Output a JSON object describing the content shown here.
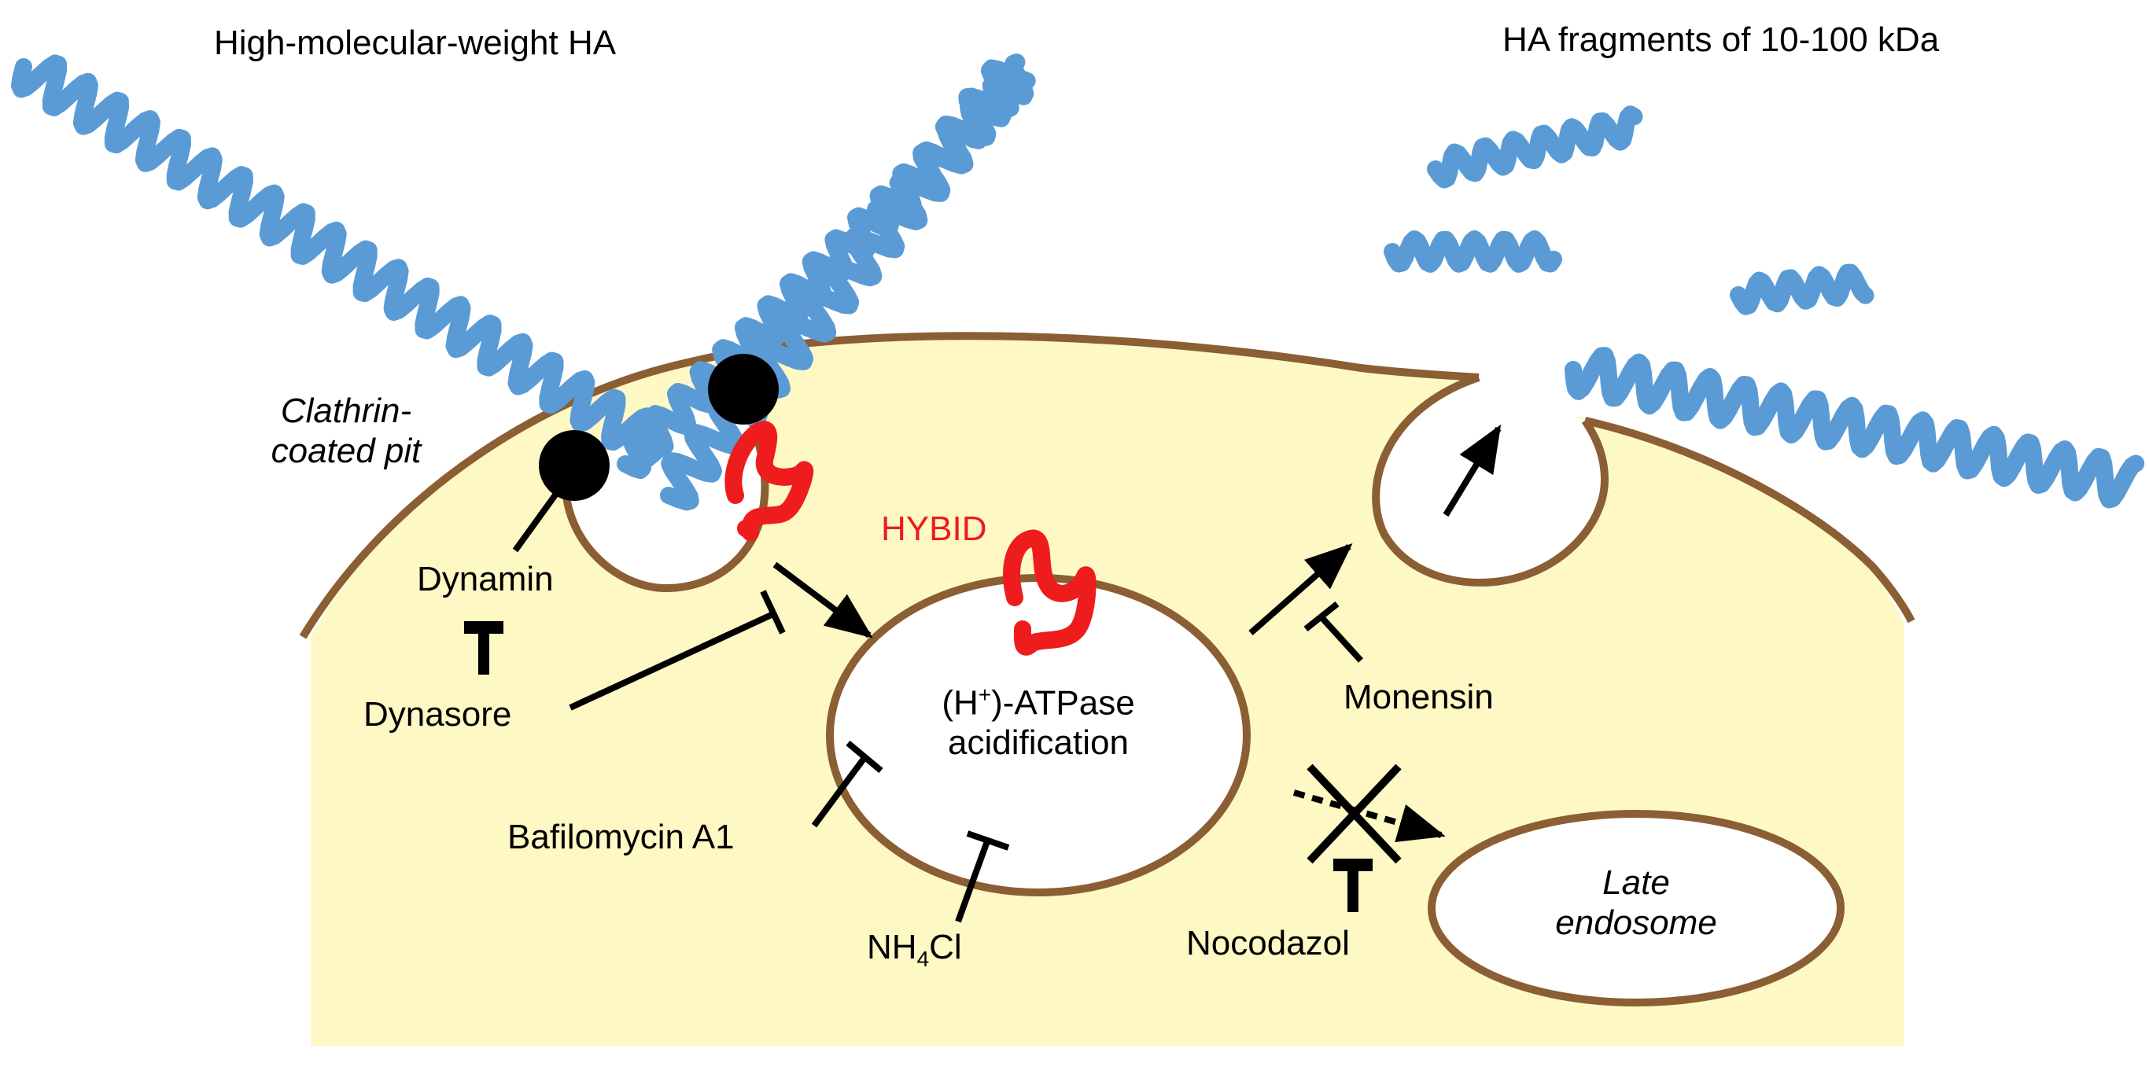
{
  "labels": {
    "hmw_ha": "High-molecular-weight HA",
    "ha_fragments": "HA fragments of 10-100 kDa",
    "clathrin_line1": "Clathrin-",
    "clathrin_line2": "coated pit",
    "hybid": "HYBID",
    "dynamin": "Dynamin",
    "dynasore": "Dynasore",
    "atpase_pre": "(H",
    "atpase_sup": "+",
    "atpase_post": ")-ATPase",
    "acidification": "acidification",
    "bafilomycin": "Bafilomycin A1",
    "nh4_pre": "NH",
    "nh4_sub": "4",
    "nh4_post": "Cl",
    "monensin": "Monensin",
    "nocodazol": "Nocodazol",
    "late": "Late",
    "endosome": "endosome"
  },
  "colors": {
    "cytoplasm": "#fdf8c4",
    "membrane": "#8b5e34",
    "hyaluronan": "#5b9bd5",
    "hybid_protein": "#ee1c1c",
    "clathrin": "#000000"
  }
}
